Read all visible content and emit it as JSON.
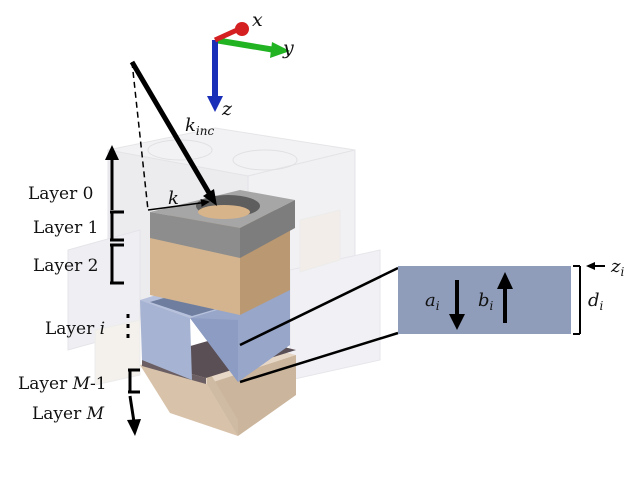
{
  "axes": {
    "x": "x",
    "y": "y",
    "z": "z"
  },
  "wave": {
    "k_inc_main": "k",
    "k_inc_sub": "inc",
    "k_par": "k"
  },
  "layers": [
    {
      "prefix": "Layer ",
      "var": "",
      "suffix": "0"
    },
    {
      "prefix": "Layer ",
      "var": "",
      "suffix": "1"
    },
    {
      "prefix": "Layer ",
      "var": "",
      "suffix": "2"
    },
    {
      "prefix": "Layer ",
      "var": "i",
      "suffix": ""
    },
    {
      "prefix": "Layer ",
      "var": "M",
      "suffix": "-1"
    },
    {
      "prefix": "Layer ",
      "var": "M",
      "suffix": ""
    }
  ],
  "inset": {
    "a_main": "a",
    "a_sub": "i",
    "b_main": "b",
    "b_sub": "i",
    "d_main": "d",
    "d_sub": "i",
    "z_main": "z",
    "z_sub": "i"
  },
  "colors": {
    "x_axis": "#d42020",
    "y_axis": "#22b322",
    "z_axis": "#1a2fb8",
    "layer_gray": "#8f8f8f",
    "layer_tan": "#c8a57f",
    "layer_blue": "#9eadce",
    "layer_bottom": "#d9c3ab",
    "inset_fill": "#8f9dbb"
  }
}
